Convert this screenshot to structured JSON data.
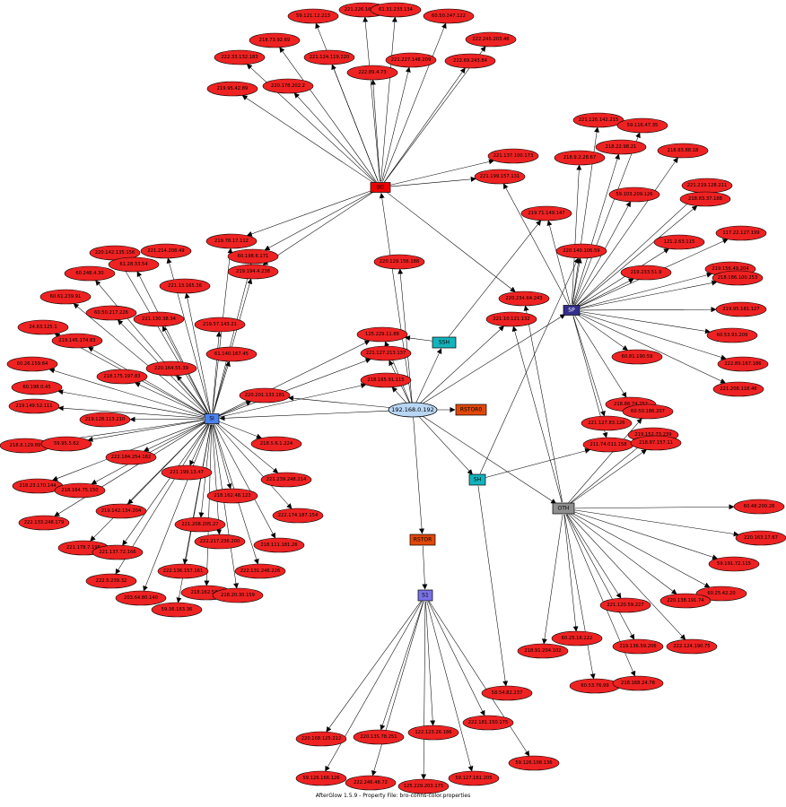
{
  "center": {
    "label": "192.168.0.192"
  },
  "hubs": [
    {
      "id": "h_top",
      "label": "BG",
      "color": "#ee0000"
    },
    {
      "id": "h_right",
      "label": "SP",
      "color": "#332e8c"
    },
    {
      "id": "h_left",
      "label": "SI",
      "color": "#4b82f0"
    },
    {
      "id": "h_oth",
      "label": "OTH",
      "color": "#8f8f8f"
    },
    {
      "id": "h_ssh",
      "label": "SSH",
      "color": "#14b4bc"
    },
    {
      "id": "h_sh",
      "label": "SH",
      "color": "#14b4bc"
    },
    {
      "id": "h_rstor",
      "label": "RSTOR",
      "color": "#e04808"
    },
    {
      "id": "h_rstorb",
      "label": "RSTOR0",
      "color": "#e04808"
    },
    {
      "id": "h_s1",
      "label": "S1",
      "color": "#7a72e8"
    }
  ],
  "nodes": [
    {
      "id": "n1",
      "label": "59.121.12.213"
    },
    {
      "id": "n2",
      "label": "221.226.167.193"
    },
    {
      "id": "n3",
      "label": "61.31.233.134"
    },
    {
      "id": "n4",
      "label": "60.50.247.122"
    },
    {
      "id": "n5",
      "label": "218.73.92.69"
    },
    {
      "id": "n6",
      "label": "222.245.203.46"
    },
    {
      "id": "n7",
      "label": "222.33.132.183"
    },
    {
      "id": "n8",
      "label": "221.124.119.220"
    },
    {
      "id": "n9",
      "label": "222.89.4.73"
    },
    {
      "id": "n10",
      "label": "221.227.148.209"
    },
    {
      "id": "n11",
      "label": "222.69.243.84"
    },
    {
      "id": "n12",
      "label": "219.95.42.89"
    },
    {
      "id": "n13",
      "label": "220.178.202.2"
    },
    {
      "id": "n14",
      "label": "221.126.142.215"
    },
    {
      "id": "n15",
      "label": "59.116.47.35"
    },
    {
      "id": "n16",
      "label": "218.22.98.21"
    },
    {
      "id": "n17",
      "label": "218.9.2.28.67"
    },
    {
      "id": "n18",
      "label": "218.83.88.18"
    },
    {
      "id": "n19",
      "label": "221.137.100.173"
    },
    {
      "id": "n20",
      "label": "221.199.157.131"
    },
    {
      "id": "n21",
      "label": "59.103.209.126"
    },
    {
      "id": "n22",
      "label": "221.219.128.211"
    },
    {
      "id": "n23",
      "label": "218.83.37.188"
    },
    {
      "id": "n24",
      "label": "219.71.149.147"
    },
    {
      "id": "n25",
      "label": "117.22.127.199"
    },
    {
      "id": "n26",
      "label": "220.140.106.59"
    },
    {
      "id": "n27",
      "label": "121.2.63.115"
    },
    {
      "id": "n28",
      "label": "219.233.51.9"
    },
    {
      "id": "n29",
      "label": "219.156.49.204"
    },
    {
      "id": "n30",
      "label": "218.186.100.253"
    },
    {
      "id": "n31",
      "label": "220.234.64.243"
    },
    {
      "id": "n32",
      "label": "221.10.121.132"
    },
    {
      "id": "n33",
      "label": "219.95.181.127"
    },
    {
      "id": "n34",
      "label": "60.53.95.209"
    },
    {
      "id": "n35",
      "label": "222.89.167.186"
    },
    {
      "id": "n36",
      "label": "221.208.118.46"
    },
    {
      "id": "n37",
      "label": "220.129.156.188"
    },
    {
      "id": "n38",
      "label": "219.78.17.112"
    },
    {
      "id": "n39",
      "label": "220.142.135.156"
    },
    {
      "id": "n40",
      "label": "221.214.208.49"
    },
    {
      "id": "n41",
      "label": "61.28.33.54"
    },
    {
      "id": "n42",
      "label": "60.248.4.30"
    },
    {
      "id": "n43",
      "label": "60.198.6.171"
    },
    {
      "id": "n44",
      "label": "219.194.4.238"
    },
    {
      "id": "n45",
      "label": "221.13.165.36"
    },
    {
      "id": "n46",
      "label": "60.61.239.91"
    },
    {
      "id": "n47",
      "label": "60.50.217.226"
    },
    {
      "id": "n48",
      "label": "221.130.38.34"
    },
    {
      "id": "n49",
      "label": "219.57.143.21"
    },
    {
      "id": "n50",
      "label": "24.83.125.1"
    },
    {
      "id": "n51",
      "label": "219.145.174.83"
    },
    {
      "id": "n52",
      "label": "125.229.11.88"
    },
    {
      "id": "n53",
      "label": "221.127.213.137"
    },
    {
      "id": "n54",
      "label": "61.140.167.45"
    },
    {
      "id": "n55",
      "label": "60.26.159.64"
    },
    {
      "id": "n56",
      "label": "218.175.197.83"
    },
    {
      "id": "n57",
      "label": "220.164.55.39"
    },
    {
      "id": "n58",
      "label": "218.165.91.115"
    },
    {
      "id": "n59",
      "label": "60.198.0.45"
    },
    {
      "id": "n60",
      "label": "220.201.133.181"
    },
    {
      "id": "n61",
      "label": "60.81.190.59"
    },
    {
      "id": "n62",
      "label": "219.149.52.111"
    },
    {
      "id": "n63",
      "label": "219.128.113.210"
    },
    {
      "id": "n64",
      "label": "218.88.74.252"
    },
    {
      "id": "n65",
      "label": "60.50.186.207"
    },
    {
      "id": "n66",
      "label": "221.127.83.126"
    },
    {
      "id": "n67",
      "label": "219.152.73.239"
    },
    {
      "id": "n68",
      "label": "218.8.129.89"
    },
    {
      "id": "n69",
      "label": "59.95.5.62"
    },
    {
      "id": "n70",
      "label": "218.5.6.1.224"
    },
    {
      "id": "n71",
      "label": "211.74.011.158"
    },
    {
      "id": "n72",
      "label": "218.87.157.11"
    },
    {
      "id": "n73",
      "label": "222.184.254.182"
    },
    {
      "id": "n74",
      "label": "221.199.13.47"
    },
    {
      "id": "n75",
      "label": "221.239.248.214"
    },
    {
      "id": "n76",
      "label": "218.23.170.144"
    },
    {
      "id": "n77",
      "label": "218.164.75.150"
    },
    {
      "id": "n78",
      "label": "219.142.134.204"
    },
    {
      "id": "n79",
      "label": "218.162.48.123"
    },
    {
      "id": "n80",
      "label": "222.174.187.154"
    },
    {
      "id": "n81",
      "label": "222.133.248.179"
    },
    {
      "id": "n82",
      "label": "221.208.205.27"
    },
    {
      "id": "n83",
      "label": "60.48.200.28"
    },
    {
      "id": "n84",
      "label": "221.178.7.195"
    },
    {
      "id": "n85",
      "label": "221.137.72.166"
    },
    {
      "id": "n86",
      "label": "222.217.236.200"
    },
    {
      "id": "n87",
      "label": "218.111.181.26"
    },
    {
      "id": "n88",
      "label": "220.163.17.67"
    },
    {
      "id": "n89",
      "label": "222.5.239.32"
    },
    {
      "id": "n90",
      "label": "222.136.157.161"
    },
    {
      "id": "n91",
      "label": "222.131.246.226"
    },
    {
      "id": "n92",
      "label": "59.191.72.115"
    },
    {
      "id": "n93",
      "label": "203.64.80.140"
    },
    {
      "id": "n94",
      "label": "218.162.58.3"
    },
    {
      "id": "n95",
      "label": "218.20.30.159"
    },
    {
      "id": "n96",
      "label": "60.25.42.20"
    },
    {
      "id": "n97",
      "label": "220.138.191.74"
    },
    {
      "id": "n98",
      "label": "59.36.163.36"
    },
    {
      "id": "n99",
      "label": "221.120.59.227"
    },
    {
      "id": "n100",
      "label": "60.25.16.222"
    },
    {
      "id": "n101",
      "label": "219.136.59.206"
    },
    {
      "id": "n102",
      "label": "222.124.190.75"
    },
    {
      "id": "n103",
      "label": "218.91.204.102"
    },
    {
      "id": "n104",
      "label": "60.53.76.99"
    },
    {
      "id": "n105",
      "label": "218.168.24.78"
    },
    {
      "id": "n106",
      "label": "58.54.82.237"
    },
    {
      "id": "n107",
      "label": "222.181.150.175"
    },
    {
      "id": "n108",
      "label": "220.168.125.212"
    },
    {
      "id": "n109",
      "label": "220.135.78.251"
    },
    {
      "id": "n110",
      "label": "122.123.26.186"
    },
    {
      "id": "n111",
      "label": "59.126.108.136"
    },
    {
      "id": "n112",
      "label": "59.126.166.126"
    },
    {
      "id": "n113",
      "label": "222.246.48.72"
    },
    {
      "id": "n114",
      "label": "125.229.203.175"
    },
    {
      "id": "n115",
      "label": "59.127.161.205"
    }
  ],
  "footer": {
    "text": "AfterGlow 1.5.9 - Property File: bro-conns-color.properties"
  }
}
